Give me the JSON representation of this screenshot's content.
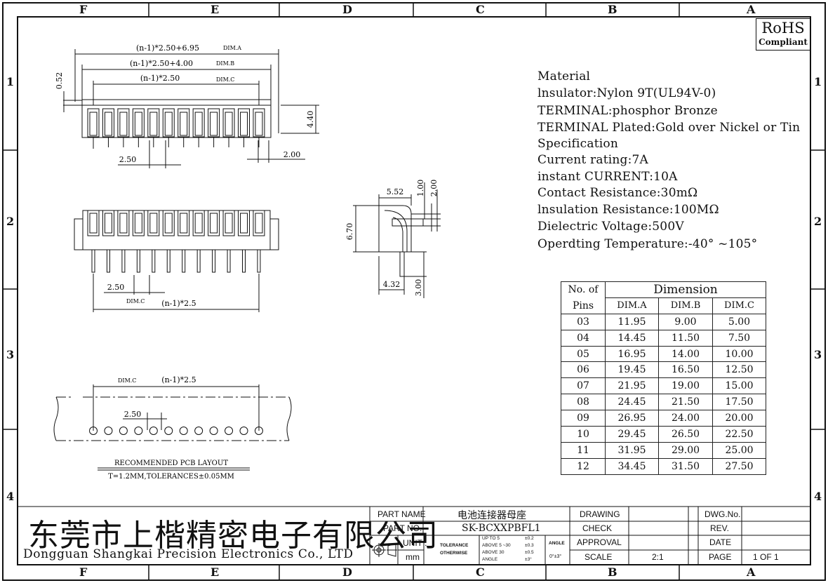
{
  "border_letters_top": [
    "F",
    "E",
    "D",
    "C",
    "B",
    "A"
  ],
  "border_letters_bottom": [
    "F",
    "E",
    "D",
    "C",
    "B",
    "A"
  ],
  "border_numbers": [
    "1",
    "2",
    "3",
    "4"
  ],
  "rohs": {
    "title": "RoHS",
    "sub": "Compliant"
  },
  "specs": [
    "Material",
    "lnsulator:Nylon 9T(UL94V-0)",
    "TERMINAL:phosphor Bronze",
    "TERMINAL Plated:Gold over Nickel or Tin",
    "Specification",
    "Current rating:7A",
    "instant CURRENT:10A",
    "Contact Resistance:30mΩ",
    "lnsulation Resistance:100MΩ",
    "Dielectric Voltage:500V",
    "Operdting Temperature:-40° ~105°"
  ],
  "dim_table": {
    "header_left_1": "No. of",
    "header_left_2": "Pins",
    "header_title": "Dimension",
    "columns": [
      "DIM.A",
      "DIM.B",
      "DIM.C"
    ],
    "rows": [
      [
        "03",
        "11.95",
        "9.00",
        "5.00"
      ],
      [
        "04",
        "14.45",
        "11.50",
        "7.50"
      ],
      [
        "05",
        "16.95",
        "14.00",
        "10.00"
      ],
      [
        "06",
        "19.45",
        "16.50",
        "12.50"
      ],
      [
        "07",
        "21.95",
        "19.00",
        "15.00"
      ],
      [
        "08",
        "24.45",
        "21.50",
        "17.50"
      ],
      [
        "09",
        "26.95",
        "24.00",
        "20.00"
      ],
      [
        "10",
        "29.45",
        "26.50",
        "22.50"
      ],
      [
        "11",
        "31.95",
        "29.00",
        "25.00"
      ],
      [
        "12",
        "34.45",
        "31.50",
        "27.50"
      ]
    ]
  },
  "top_view": {
    "dim_a": "(n-1)*2.50+6.95",
    "dim_a_tag": "DIM.A",
    "dim_b": "(n-1)*2.50+4.00",
    "dim_b_tag": "DIM.B",
    "dim_c": "(n-1)*2.50",
    "dim_c_tag": "DIM.C",
    "pitch": "2.50",
    "width": "2.00",
    "height": "4.40",
    "offset": "0.52"
  },
  "front_view": {
    "pitch": "2.50",
    "dim_c_tag": "DIM.C",
    "dim_c": "(n-1)*2.5"
  },
  "side_view": {
    "d1": "5.52",
    "d2": "1.00",
    "d3": "2.00",
    "d4": "6.70",
    "d5": "4.32",
    "d6": "3.00"
  },
  "pcb_layout": {
    "dim_c_tag": "DIM.C",
    "dim_c": "(n-1)*2.5",
    "pitch": "2.50",
    "title": "RECOMMENDED PCB LAYOUT",
    "note": "T=1.2MM,TOLERANCES±0.05MM"
  },
  "title_block": {
    "company_cn": "东莞市上楷精密电子有限公司",
    "company_en": "Dongguan Shangkai Precision Electronics Co., LTD",
    "part_name_label": "PART NAME",
    "part_name": "电池连接器母座",
    "part_no_label": "PART NO.",
    "part_no": "SK-BCXXPBFL1",
    "unit_label": "UNIT :",
    "unit": "mm",
    "tolerance_label": "TOLERANCE",
    "otherwise_label": "OTHERWISE",
    "tol_rows": [
      [
        "UP TO 5",
        "±0.2"
      ],
      [
        "ABOVE 5 ~30",
        "±0.3"
      ],
      [
        "ABOVE 30",
        "±0.5"
      ]
    ],
    "angle_word": "ANGLE",
    "angle_tol": "±3°",
    "angle_label": "ANGLE",
    "angle_value": "0°±3°",
    "drawing_label": "DRAWING",
    "check_label": "CHECK",
    "approval_label": "APPROVAL",
    "scale_label": "SCALE",
    "scale_value": "2:1",
    "dwg_label": "DWG.No.",
    "rev_label": "REV.",
    "date_label": "DATE",
    "page_label": "PAGE",
    "page_value": "1 OF 1"
  }
}
